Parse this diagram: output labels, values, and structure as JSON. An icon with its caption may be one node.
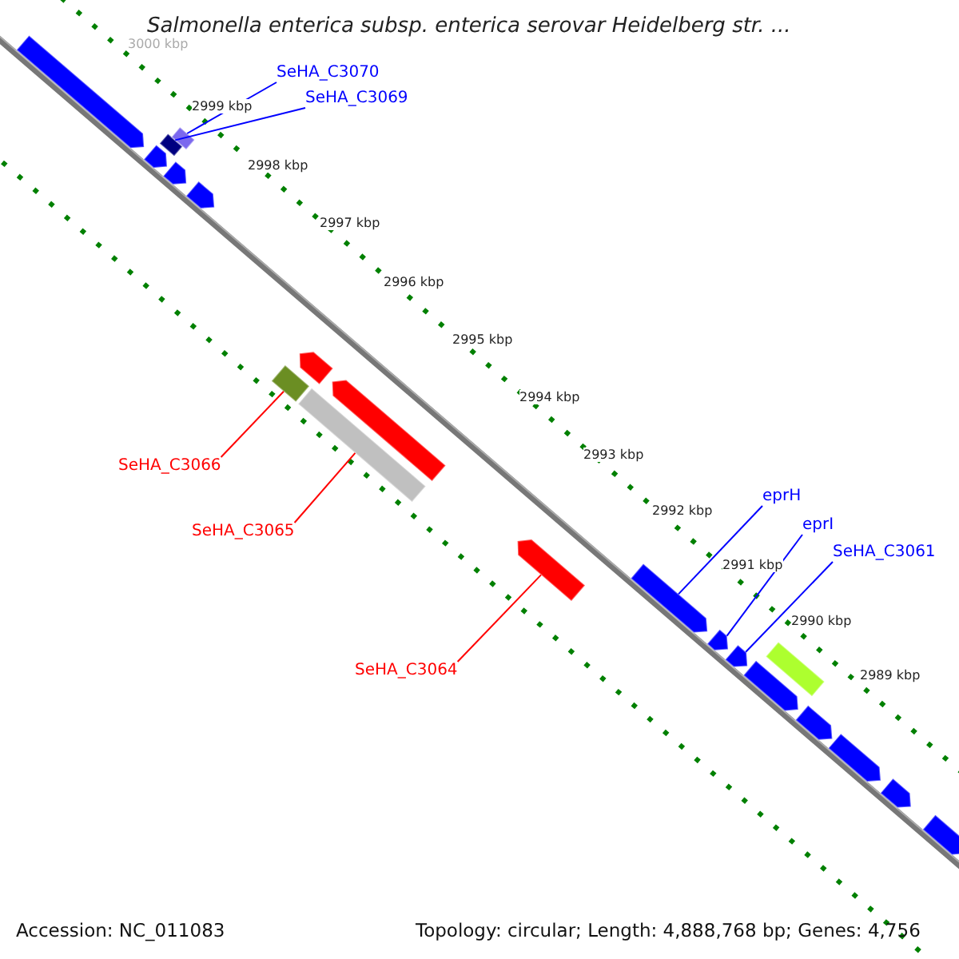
{
  "diagram": {
    "title": "Salmonella enterica subsp. enterica serovar Heidelberg str. ...",
    "nodes": [
      {
        "text": [
          "SeHA_C3070"
        ]
      },
      {
        "text": [
          "SeHA_C3069"
        ]
      },
      {
        "text": [
          "SeHA_C3066"
        ]
      },
      {
        "text": [
          "SeHA_C3065"
        ]
      },
      {
        "text": [
          "eprH"
        ]
      },
      {
        "text": [
          "eprI"
        ]
      },
      {
        "text": [
          "SeHA_C3061"
        ]
      },
      {
        "text": [
          "SeHA_C3064"
        ]
      },
      {
        "text": [],
        "shape": "bar"
      },
      {
        "text": [],
        "shape": "bar"
      },
      {
        "text": [],
        "shape": "bar"
      },
      {
        "text": [],
        "shape": "bar"
      },
      {
        "text": [],
        "shape": "bar"
      },
      {
        "text": [],
        "shape": "bar"
      },
      {
        "text": [],
        "shape": "bar"
      },
      {
        "text": [],
        "shape": "bar"
      },
      {
        "text": [],
        "shape": "bar"
      },
      {
        "text": [],
        "shape": "bar"
      },
      {
        "text": [],
        "shape": "bar"
      },
      {
        "text": [],
        "shape": "bar"
      },
      {
        "text": [],
        "shape": "bar"
      },
      {
        "text": [],
        "shape": "bar"
      },
      {
        "text": [],
        "shape": "bar"
      },
      {
        "text": [],
        "shape": "bar"
      },
      {
        "text": [],
        "shape": "bar"
      },
      {
        "text": [],
        "shape": "bar"
      },
      {
        "text": [],
        "shape": "bar"
      },
      {
        "text": [],
        "shape": "bar"
      }
    ],
    "edges": [
      {
        "from": 0,
        "to": 11,
        "arrow": "none"
      },
      {
        "from": 1,
        "to": 10,
        "arrow": "none"
      },
      {
        "from": 2,
        "to": 14,
        "arrow": "none",
        "color": "#ff0000"
      },
      {
        "from": 3,
        "to": 16,
        "arrow": "none",
        "color": "#ff0000"
      },
      {
        "from": 4,
        "to": 19,
        "arrow": "none"
      },
      {
        "from": 5,
        "to": 20,
        "arrow": "none"
      },
      {
        "from": 6,
        "to": 21,
        "arrow": "none"
      },
      {
        "from": 7,
        "to": 18,
        "arrow": "none",
        "color": "#ff0000"
      }
    ],
    "labels": [
      "3000 kbp",
      "2999 kbp",
      "2998 kbp",
      "2997 kbp",
      "2996 kbp",
      "2995 kbp",
      "2994 kbp",
      "2993 kbp",
      "2992 kbp",
      "2991 kbp",
      "2990 kbp",
      "2989 kbp",
      "Accession: NC_011083",
      "Topology: circular; Length: 4,888,768 bp; Genes: 4,756"
    ]
  }
}
